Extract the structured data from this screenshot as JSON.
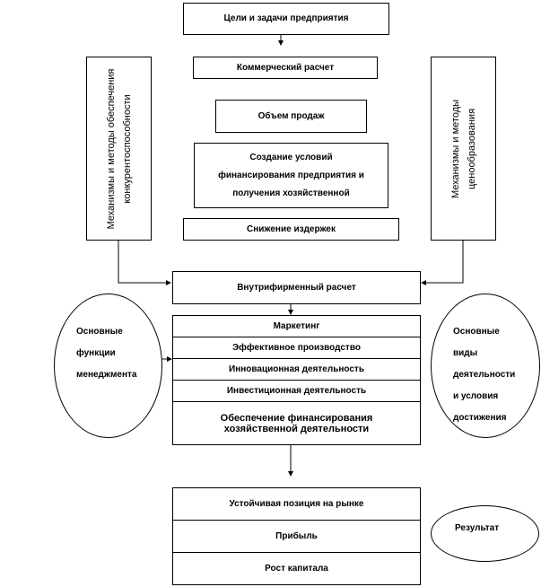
{
  "goals": "Цели и задачи предприятия",
  "left_mechanisms": "Механизмы и методы обеспечения конкурентоспособности",
  "right_mechanisms": "Механизмы и методы ценообразования",
  "commercial_calc": "Коммерческий расчет",
  "sales_volume": "Объем продаж",
  "financing_conditions": "Создание условий финансирования предприятия и получения хозяйственной",
  "cost_reduction": "Снижение издержек",
  "internal_calc": "Внутрифирменный расчет",
  "activities": [
    "Маркетинг",
    "Эффективное производство",
    "Инновационная деятельность",
    "Инвестиционная деятельность",
    "Обеспечение финансирования хозяйственной деятельности"
  ],
  "management_functions": "Основные функции менеджмента",
  "main_activities": "Основные виды деятельности и условия достижения",
  "results": [
    "Устойчивая позиция на рынке",
    "Прибыль",
    "Рост капитала"
  ],
  "result_label": "Результат"
}
